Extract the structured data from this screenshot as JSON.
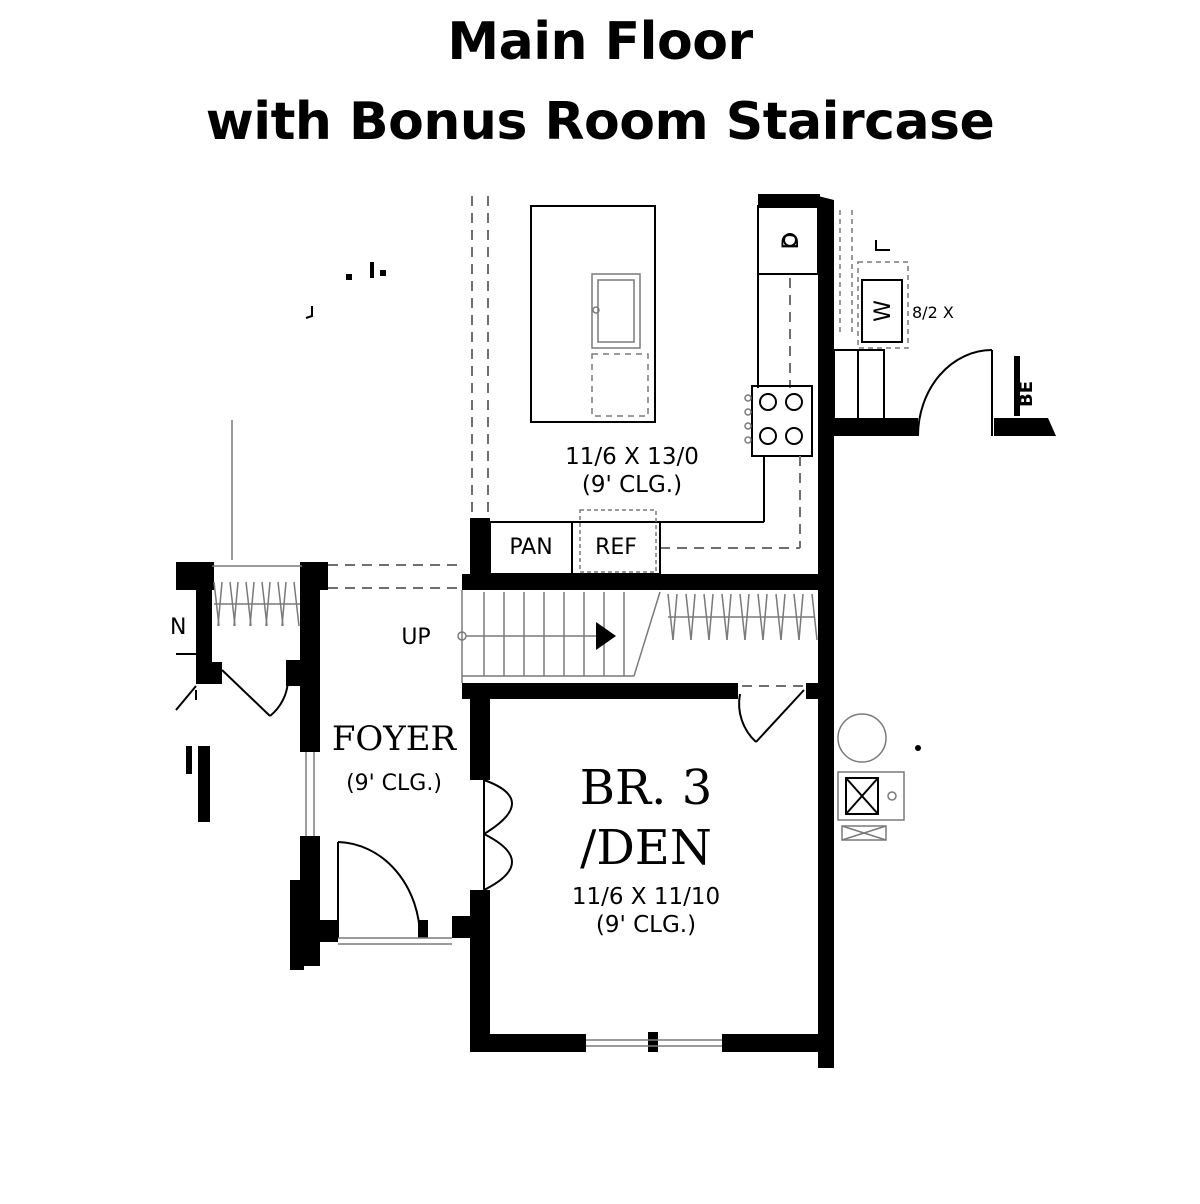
{
  "header": {
    "title_line1": "Main Floor",
    "title_line2": "with Bonus Room Staircase"
  },
  "rooms": {
    "kitchen_dims": "11/6 X 13/0",
    "kitchen_ceiling": "(9' CLG.)",
    "pantry": "PAN",
    "refrigerator": "REF",
    "foyer": "FOYER",
    "foyer_ceiling": "(9' CLG.)",
    "stair_label": "UP",
    "bedroom_line1": "BR. 3",
    "bedroom_line2": "/DEN",
    "bedroom_dims": "11/6 X 11/10",
    "bedroom_ceiling": "(9' CLG.)",
    "laundry_dims": "8/2 X",
    "washer": "W",
    "dryer": "D",
    "bed_fragment": "BE",
    "left_fragment": "N"
  },
  "colors": {
    "walls": "#000000",
    "dashed": "#6f6f6f",
    "background": "#ffffff"
  }
}
